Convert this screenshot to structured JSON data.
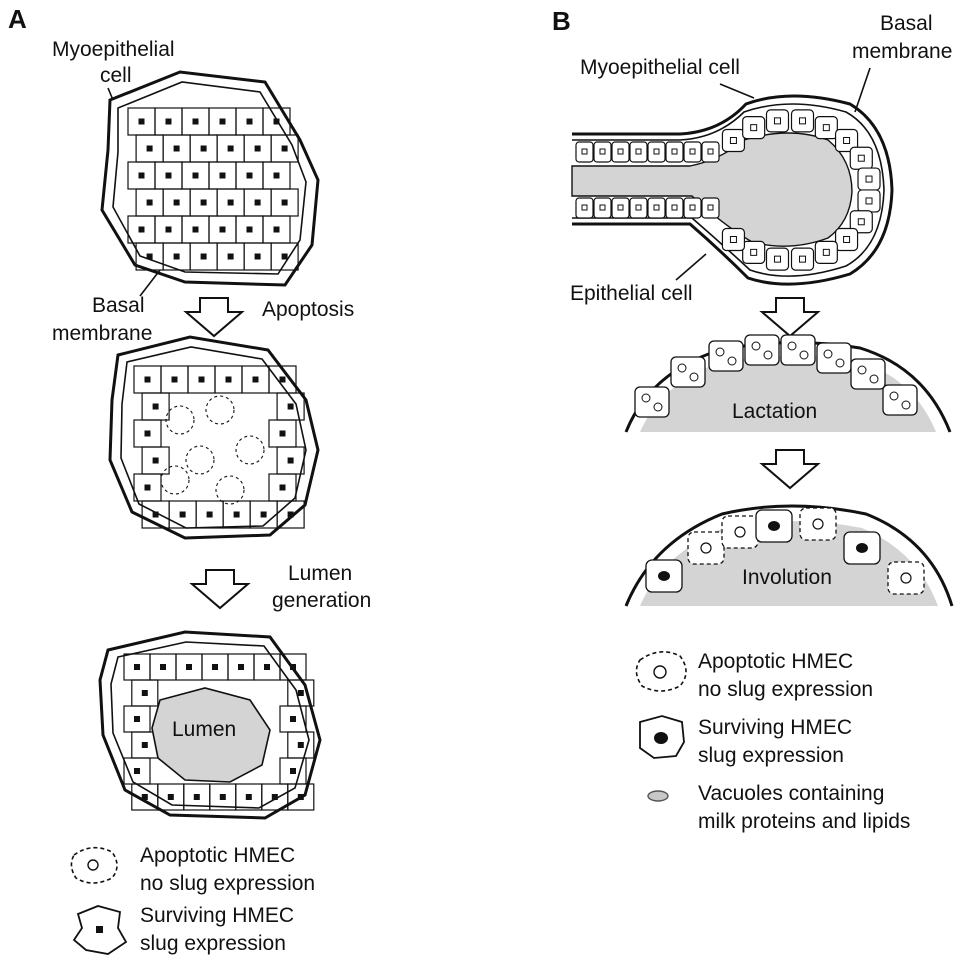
{
  "panel_a": {
    "letter": "A",
    "myoepithelial_label": [
      "Myoepithelial",
      "cell"
    ],
    "basal_label": [
      "Basal",
      "membrane"
    ],
    "step1_label": "Apoptosis",
    "step2_label": [
      "Lumen",
      "generation"
    ],
    "lumen_label": "Lumen",
    "legend": [
      {
        "icon": "apoptotic-cell-icon",
        "lines": [
          "Apoptotic HMEC",
          "no slug expression"
        ]
      },
      {
        "icon": "surviving-cell-icon",
        "lines": [
          "Surviving HMEC",
          "slug expression"
        ]
      }
    ]
  },
  "panel_b": {
    "letter": "B",
    "myoepithelial_label": "Myoepithelial cell",
    "basal_label": [
      "Basal",
      "membrane"
    ],
    "epithelial_label": "Epithelial cell",
    "lactation_label": "Lactation",
    "involution_label": "Involution",
    "legend": [
      {
        "icon": "apoptotic-cell-icon",
        "lines": [
          "Apoptotic HMEC",
          "no slug expression"
        ]
      },
      {
        "icon": "surviving-cell-icon",
        "lines": [
          "Surviving HMEC",
          "slug expression"
        ]
      },
      {
        "icon": "vacuole-icon",
        "lines": [
          "Vacuoles containing",
          "milk proteins and lipids"
        ]
      }
    ]
  },
  "colors": {
    "lumen_fill": "#d4d4d4",
    "outline": "#111111",
    "background": "#ffffff"
  }
}
